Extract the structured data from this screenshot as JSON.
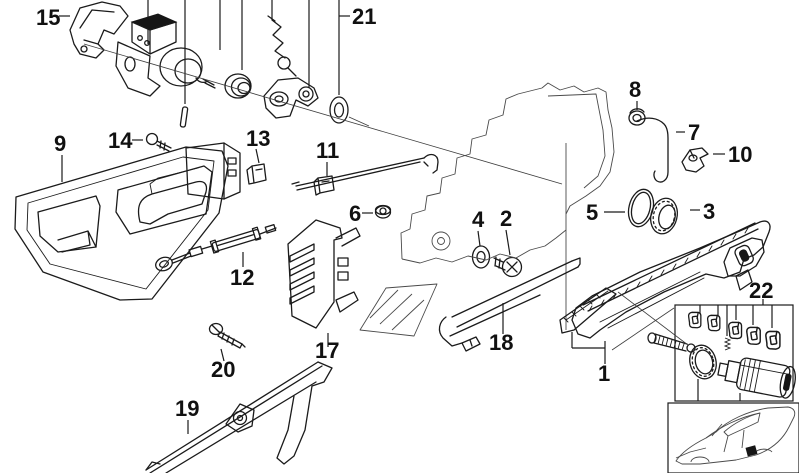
{
  "diagram": {
    "background": "#ffffff",
    "line_color": "#1b1b1b",
    "ghost_line_color": "#4a4a4a",
    "marker_color": "#111111",
    "callouts": {
      "c1": {
        "label": "1"
      },
      "c2": {
        "label": "2"
      },
      "c3": {
        "label": "3"
      },
      "c4": {
        "label": "4"
      },
      "c5": {
        "label": "5"
      },
      "c6": {
        "label": "6"
      },
      "c7": {
        "label": "7"
      },
      "c8": {
        "label": "8"
      },
      "c9": {
        "label": "9"
      },
      "c10": {
        "label": "10"
      },
      "c11": {
        "label": "11"
      },
      "c12": {
        "label": "12"
      },
      "c13": {
        "label": "13"
      },
      "c14": {
        "label": "14"
      },
      "c15": {
        "label": "15"
      },
      "c17": {
        "label": "17"
      },
      "c18": {
        "label": "18"
      },
      "c19": {
        "label": "19"
      },
      "c20": {
        "label": "20"
      },
      "c21": {
        "label": "21"
      },
      "c22": {
        "label": "22"
      }
    }
  }
}
